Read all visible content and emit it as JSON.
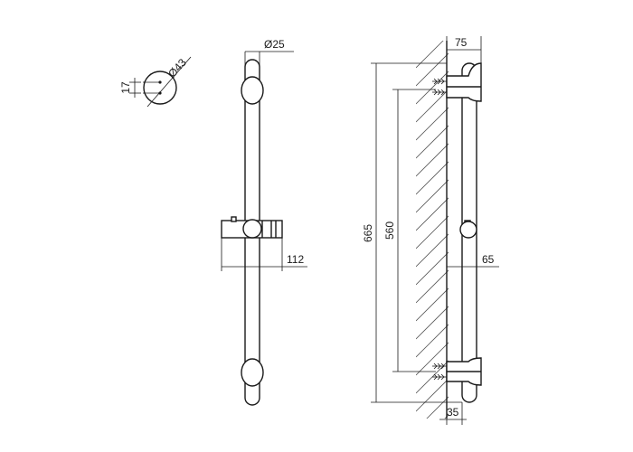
{
  "dimensions": {
    "d43": "Ø43",
    "h17": "17",
    "d25": "Ø25",
    "w75": "75",
    "l112": "112",
    "h665": "665",
    "h560": "560",
    "w65": "65",
    "w35": "35"
  }
}
